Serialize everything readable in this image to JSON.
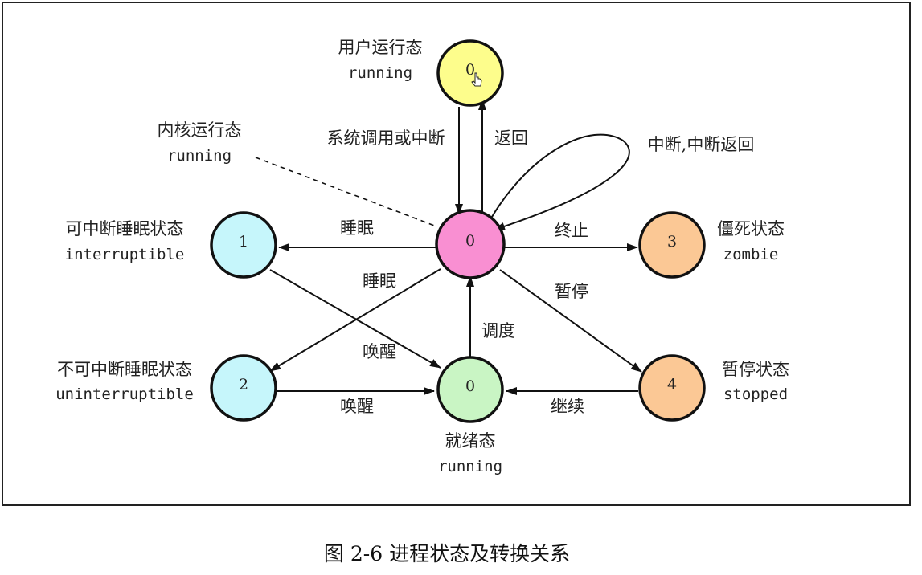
{
  "nodes": {
    "user_running": {
      "number": "0",
      "label": "用户运行态",
      "sublabel": "running",
      "color": "#fdfd8c"
    },
    "kernel_running": {
      "number": "0",
      "label": "内核运行态",
      "sublabel": "running",
      "color": "#f98fd2"
    },
    "interruptible": {
      "number": "1",
      "label": "可中断睡眠状态",
      "sublabel": "interruptible",
      "color": "#c6f6fb"
    },
    "uninterruptible": {
      "number": "2",
      "label": "不可中断睡眠状态",
      "sublabel": "uninterruptible",
      "color": "#c6f6fb"
    },
    "ready": {
      "number": "0",
      "label": "就绪态",
      "sublabel": "running",
      "color": "#c9f5c4"
    },
    "zombie": {
      "number": "3",
      "label": "僵死状态",
      "sublabel": "zombie",
      "color": "#fbc895"
    },
    "stopped": {
      "number": "4",
      "label": "暂停状态",
      "sublabel": "stopped",
      "color": "#fbc895"
    }
  },
  "edges": {
    "syscall": "系统调用或中断",
    "return": "返回",
    "interrupt_loop": "中断,中断返回",
    "sleep_1": "睡眠",
    "sleep_2": "睡眠",
    "terminate": "终止",
    "pause": "暂停",
    "schedule": "调度",
    "wakeup_1": "唤醒",
    "wakeup_2": "唤醒",
    "continue": "继续"
  },
  "caption": "图 2-6 进程状态及转换关系"
}
